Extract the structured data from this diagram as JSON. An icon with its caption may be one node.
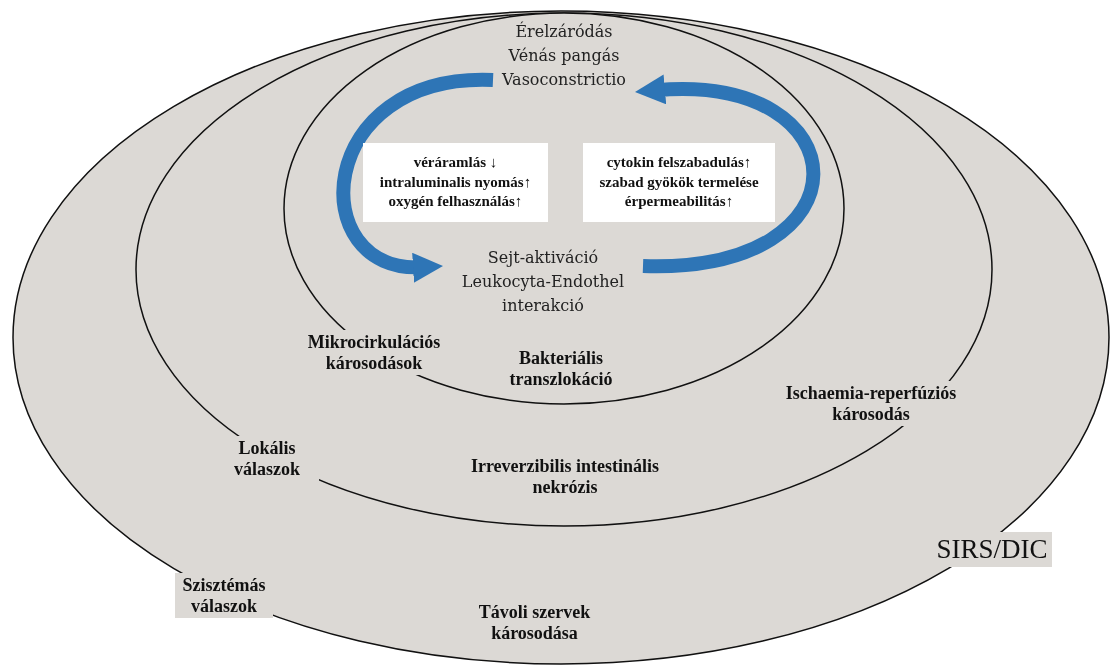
{
  "diagram": {
    "nodes": [
      {
        "text": [
          "Szisztémás válaszok",
          "Távoli szervek károsodása",
          "SIRS/DIC"
        ]
      },
      {
        "text": [
          "Lokális válaszok",
          "Irreverzibilis intestinális nekrózis",
          "Ischaemia-reperfúziós károsodás"
        ],
        "in": 0
      },
      {
        "text": [
          "Mikrocirkulációs károsodások",
          "Bakteriális transzlokáció"
        ],
        "in": 1
      },
      {
        "text": [
          "Érelzáródás Vénás pangás Vasoconstrictio"
        ],
        "in": 2
      },
      {
        "text": [
          "véráramlás ↓ intraluminalis nyomás↑ oxygén felhasználás↑"
        ],
        "in": 2
      },
      {
        "text": [
          "cytokin felszabadulás↑ szabad gyökök termelése érpermeabilitás↑"
        ],
        "in": 2
      },
      {
        "text": [
          "Sejt-aktiváció Leukocyta-Endothel interakció"
        ],
        "in": 2
      }
    ],
    "edges": [
      {
        "from": 3,
        "to": 6,
        "arrow": "to"
      },
      {
        "from": 6,
        "to": 3,
        "arrow": "to"
      }
    ]
  }
}
